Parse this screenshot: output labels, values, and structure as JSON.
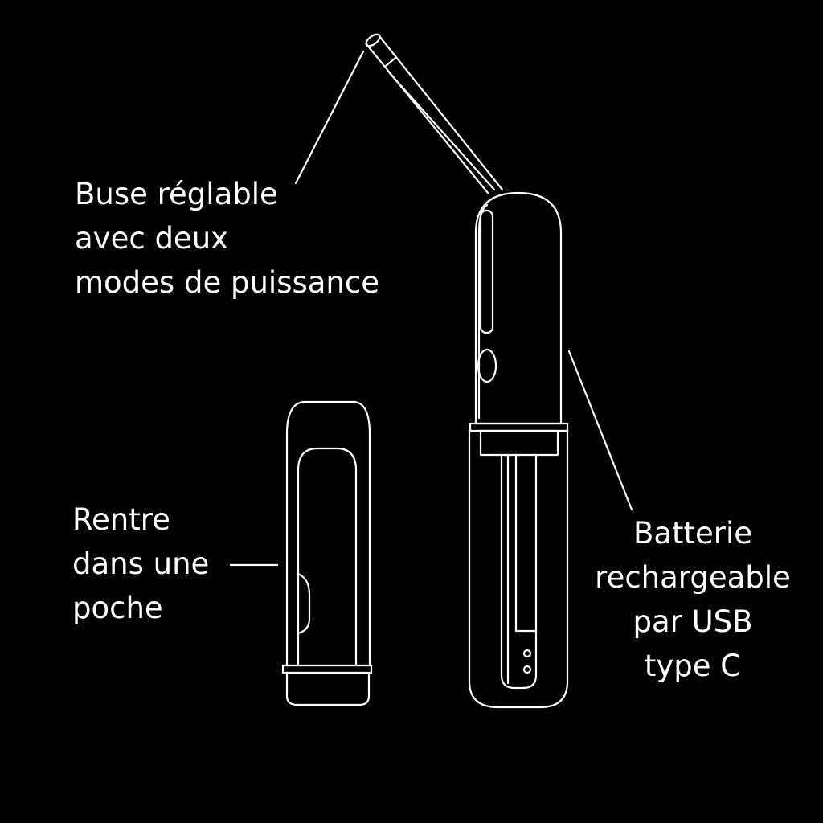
{
  "colors": {
    "background": "#000000",
    "line": "#ffffff",
    "text": "#ffffff"
  },
  "labels": {
    "nozzle": {
      "lines": [
        "Buse réglable",
        "avec deux",
        "modes de puissance"
      ]
    },
    "pocket": {
      "lines": [
        "Rentre",
        "dans une",
        "poche"
      ]
    },
    "battery": {
      "lines": [
        "Batterie",
        "rechargeable",
        "par USB",
        "type C"
      ]
    }
  }
}
